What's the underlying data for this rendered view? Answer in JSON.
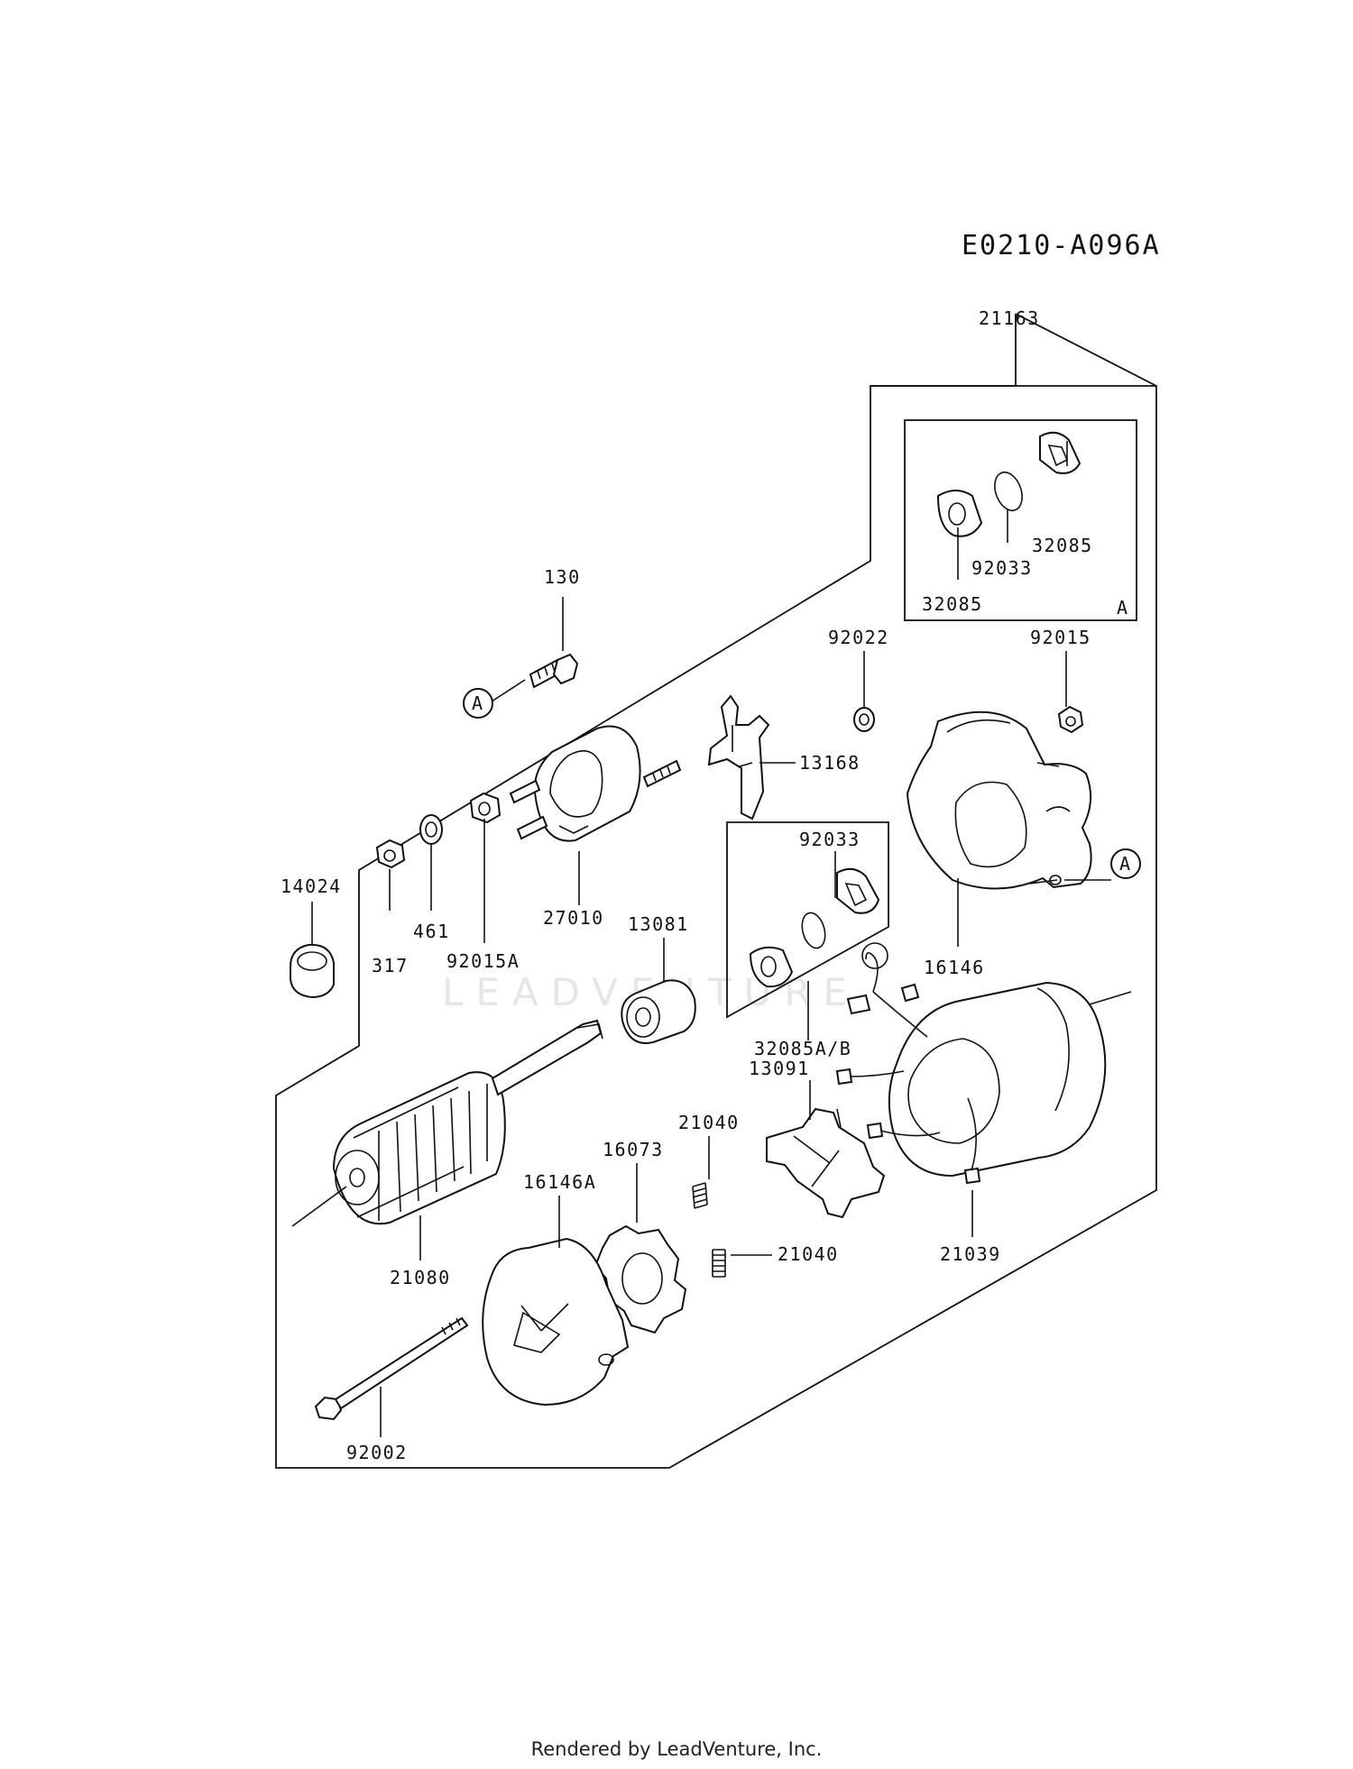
{
  "diagram_code": "E0210-A096A",
  "watermark": "LEADVENTURE",
  "footer": "Rendered by LeadVenture, Inc.",
  "callouts": [
    {
      "id": "p21163",
      "label": "21163"
    },
    {
      "id": "p32085a",
      "label": "32085"
    },
    {
      "id": "p92033a",
      "label": "92033"
    },
    {
      "id": "p32085b",
      "label": "32085"
    },
    {
      "id": "pBoxA",
      "label": "A"
    },
    {
      "id": "p130",
      "label": "130"
    },
    {
      "id": "p92022",
      "label": "92022"
    },
    {
      "id": "p92015",
      "label": "92015"
    },
    {
      "id": "p13168",
      "label": "13168"
    },
    {
      "id": "p92033b",
      "label": "92033"
    },
    {
      "id": "p14024",
      "label": "14024"
    },
    {
      "id": "p461",
      "label": "461"
    },
    {
      "id": "p27010",
      "label": "27010"
    },
    {
      "id": "p13081",
      "label": "13081"
    },
    {
      "id": "p317",
      "label": "317"
    },
    {
      "id": "p92015A",
      "label": "92015A"
    },
    {
      "id": "p16146",
      "label": "16146"
    },
    {
      "id": "p32085AB",
      "label": "32085A/B"
    },
    {
      "id": "p13091",
      "label": "13091"
    },
    {
      "id": "p21040a",
      "label": "21040"
    },
    {
      "id": "p16073",
      "label": "16073"
    },
    {
      "id": "p16146A",
      "label": "16146A"
    },
    {
      "id": "p21040b",
      "label": "21040"
    },
    {
      "id": "p21039",
      "label": "21039"
    },
    {
      "id": "p21080",
      "label": "21080"
    },
    {
      "id": "p92002",
      "label": "92002"
    }
  ],
  "ref_markers": [
    {
      "id": "refA1",
      "label": "A"
    },
    {
      "id": "refA2",
      "label": "A"
    }
  ]
}
